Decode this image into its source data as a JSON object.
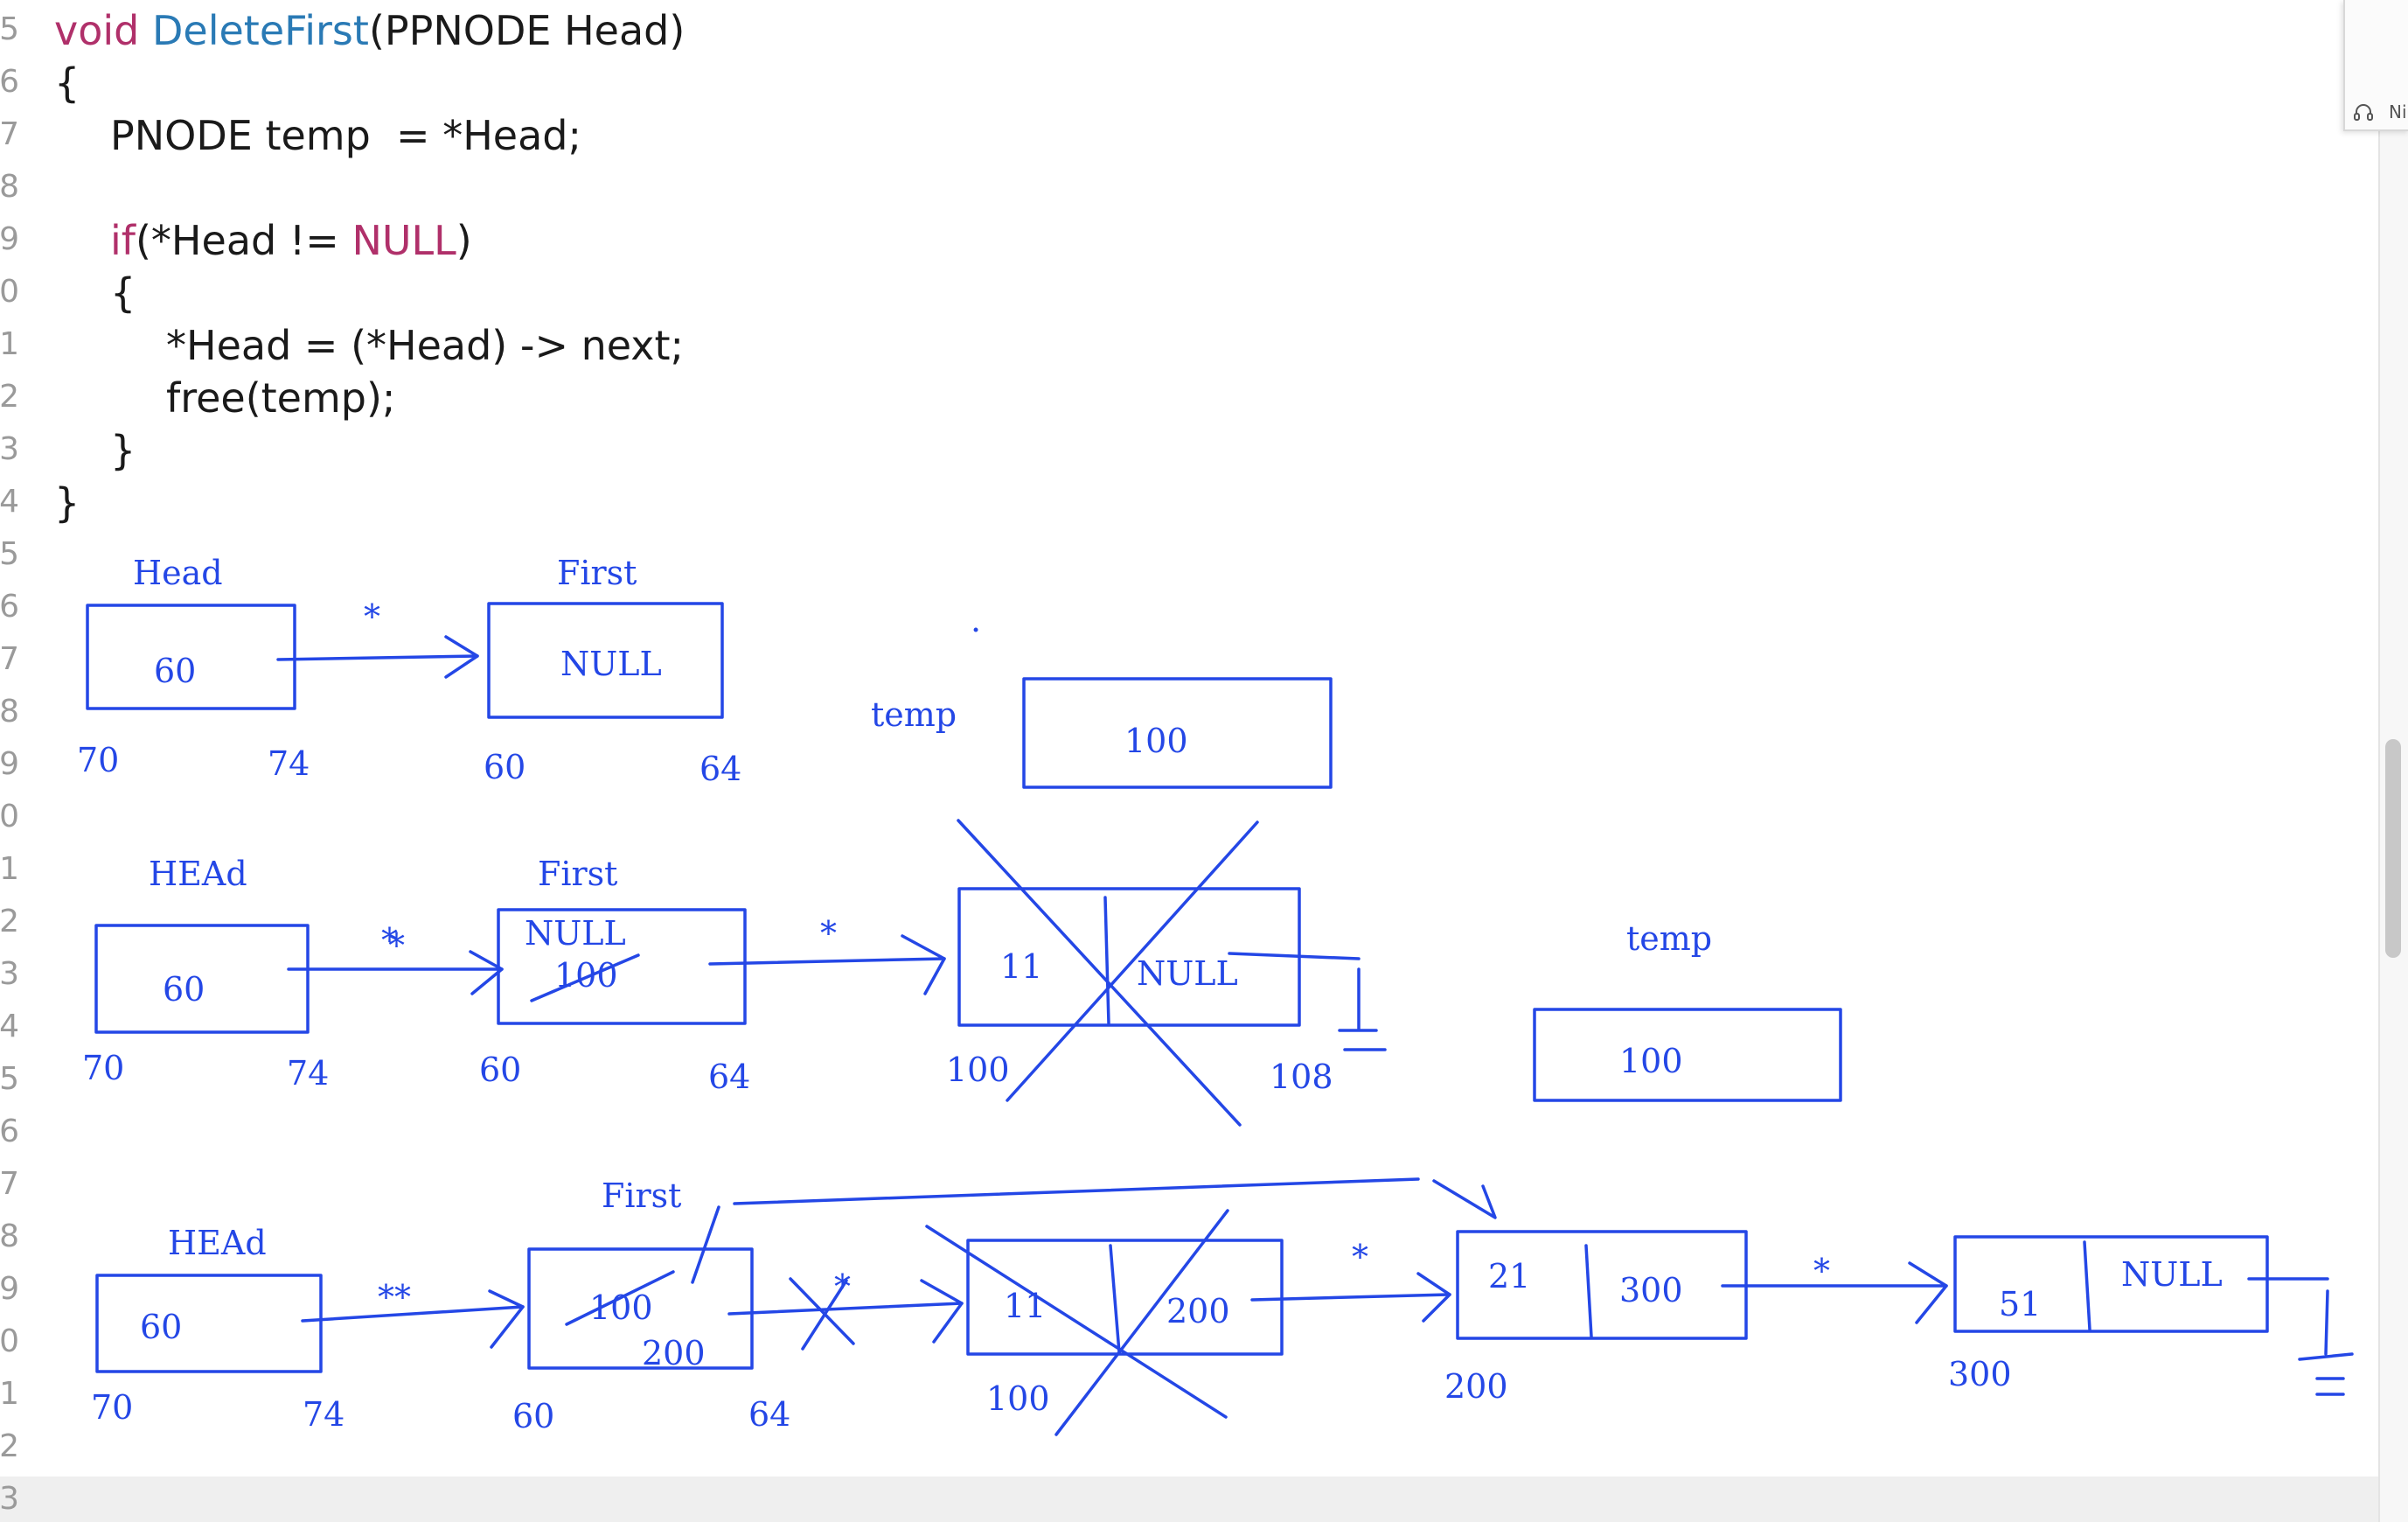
{
  "gutter": {
    "line_numbers": [
      "5",
      "6",
      "7",
      "8",
      "9",
      "0",
      "1",
      "2",
      "3",
      "4",
      "5",
      "6",
      "7",
      "8",
      "9",
      "0",
      "1",
      "2",
      "3",
      "4",
      "5",
      "6",
      "7",
      "8",
      "9",
      "0",
      "1",
      "2",
      "3"
    ]
  },
  "code": {
    "line1_keyword": "void",
    "line1_function": "DeleteFirst",
    "line1_params": "(PPNODE Head)",
    "line2": "{",
    "line3": "PNODE temp  = *Head;",
    "line5_keyword": "if",
    "line5_open": "(*Head != ",
    "line5_null": "NULL",
    "line5_close": ")",
    "line6": "{",
    "line7": "*Head = (*Head) -> next;",
    "line8": "free(temp);",
    "line9": "}",
    "line10": "}"
  },
  "corner_widget": {
    "label": "Ni",
    "icon": "headset-icon"
  },
  "diagram": {
    "row1": {
      "head_label": "Head",
      "head_value": "60",
      "head_addr_start": "70",
      "head_addr_end": "74",
      "deref": "*",
      "first_label": "First",
      "first_value": "NULL",
      "first_addr_start": "60",
      "first_addr_end": "64",
      "dot": ".",
      "temp_label": "temp",
      "temp_value": "100"
    },
    "row2": {
      "head_label": "HEAd",
      "head_value": "60",
      "head_addr_start": "70",
      "head_addr_end": "74",
      "deref1": "*",
      "deref1b": "*",
      "first_label": "First",
      "first_value_new": "NULL",
      "first_value_old": "100",
      "first_addr_start": "60",
      "first_addr_end": "64",
      "deref2": "*",
      "node_data": "11",
      "node_next": "NULL",
      "node_addr_start": "100",
      "node_addr_end": "108",
      "temp_label": "temp",
      "temp_value": "100"
    },
    "row3": {
      "head_label": "HEAd",
      "head_value": "60",
      "head_addr_start": "70",
      "head_addr_end": "74",
      "deref1": "**",
      "first_label": "First",
      "first_value_old": "100",
      "first_value_new": "200",
      "first_addr_start": "60",
      "first_addr_end": "64",
      "deref2": "*",
      "node1_data": "11",
      "node1_next": "200",
      "node1_addr": "100",
      "deref3": "*",
      "node2_data": "21",
      "node2_next": "300",
      "node2_addr": "200",
      "deref4": "*",
      "node3_data": "51",
      "node3_next": "NULL",
      "node3_addr": "300"
    }
  },
  "colors": {
    "ink": "#2447e6",
    "keyword": "#b0306a",
    "function": "#2a7ab5"
  }
}
